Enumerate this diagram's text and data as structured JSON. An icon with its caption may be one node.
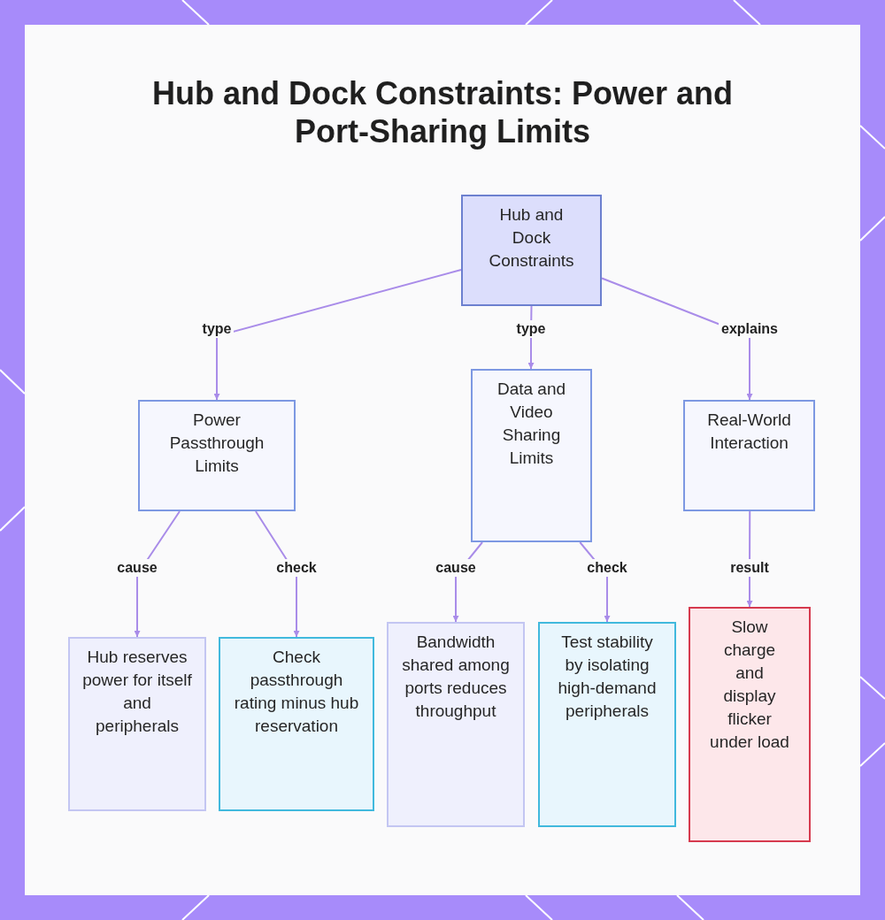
{
  "diagram": {
    "title": "Hub and Dock Constraints: Power and Port-Sharing Limits",
    "nodes": [
      {
        "text": [
          "Hub and Dock Constraints"
        ]
      },
      {
        "text": [
          "Power Passthrough Limits"
        ]
      },
      {
        "text": [
          "Data and Video Sharing Limits"
        ]
      },
      {
        "text": [
          "Real-World Interaction"
        ]
      },
      {
        "text": [
          "Hub reserves power for itself and peripherals"
        ]
      },
      {
        "text": [
          "Check passthrough rating minus hub reservation"
        ]
      },
      {
        "text": [
          "Bandwidth shared among ports reduces throughput"
        ]
      },
      {
        "text": [
          "Test stability by isolating high-demand peripherals"
        ]
      },
      {
        "text": [
          "Slow charge and display flicker under load"
        ]
      }
    ],
    "edges": [
      {
        "from": 0,
        "to": 1,
        "arrow": "to",
        "label": "type"
      },
      {
        "from": 0,
        "to": 2,
        "arrow": "to",
        "label": "type"
      },
      {
        "from": 0,
        "to": 3,
        "arrow": "to",
        "label": "explains"
      },
      {
        "from": 1,
        "to": 4,
        "arrow": "to",
        "label": "cause"
      },
      {
        "from": 1,
        "to": 5,
        "arrow": "to",
        "label": "check"
      },
      {
        "from": 2,
        "to": 6,
        "arrow": "to",
        "label": "cause"
      },
      {
        "from": 2,
        "to": 7,
        "arrow": "to",
        "label": "check"
      },
      {
        "from": 3,
        "to": 8,
        "arrow": "to",
        "label": "result"
      }
    ]
  }
}
